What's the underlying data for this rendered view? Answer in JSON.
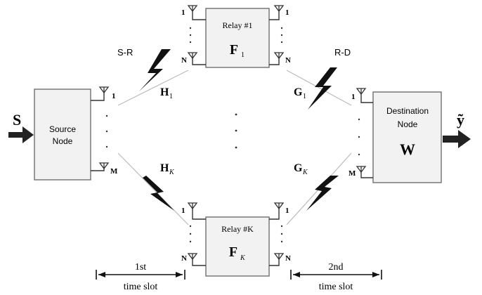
{
  "source": {
    "input_symbol": "S",
    "label_line1": "Source",
    "label_line2": "Node",
    "ant_top": "1",
    "ant_bottom": "M"
  },
  "destination": {
    "label_line1": "Destination",
    "label_line2": "Node",
    "matrix": "W",
    "output_symbol": "ỹ",
    "ant_top": "1",
    "ant_bottom": "M"
  },
  "relay_top": {
    "label": "Relay #1",
    "matrix": "F",
    "matrix_sub": "1",
    "ant_top": "1",
    "ant_bottom": "N"
  },
  "relay_bottom": {
    "label": "Relay #K",
    "matrix": "F",
    "matrix_sub": "K",
    "ant_top": "1",
    "ant_bottom": "N"
  },
  "channels": {
    "sr_label": "S-R",
    "rd_label": "R-D",
    "h_top": "H",
    "h_top_sub": "1",
    "h_bottom": "H",
    "h_bottom_sub": "K",
    "g_top": "G",
    "g_top_sub": "1",
    "g_bottom": "G",
    "g_bottom_sub": "K"
  },
  "time_slots": {
    "first_line1": "1st",
    "first_line2": "time slot",
    "second_line1": "2nd",
    "second_line2": "time slot"
  }
}
